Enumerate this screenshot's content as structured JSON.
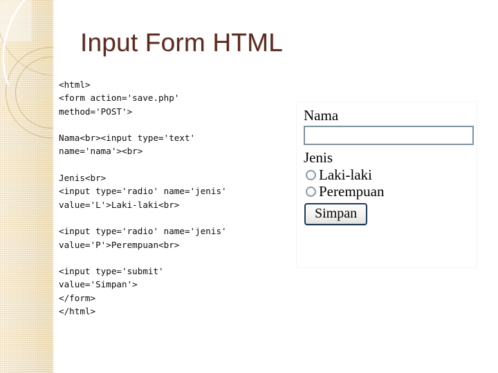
{
  "slide": {
    "title": "Input Form HTML",
    "title_color": "#5B2B20",
    "background_color": "#FFFFFF"
  },
  "sidebar": {
    "name": "decorative-left-band",
    "gradient_from": "#F6ECD6",
    "gradient_to": "#ECDAB3",
    "accent_ring_color": "#CBAB76"
  },
  "code": {
    "language": "html",
    "lines": [
      "<html>",
      "<form action='save.php'",
      "method='POST'>",
      "",
      "Nama<br><input type='text'",
      "name='nama'><br>",
      "",
      "Jenis<br>",
      "<input type='radio' name='jenis'",
      "value='L'>Laki-laki<br>",
      "",
      "<input type='radio' name='jenis'",
      "value='P'>Perempuan<br>",
      "",
      "<input type='submit'",
      "value='Simpan'>",
      "</form>",
      "</html>"
    ]
  },
  "form_preview": {
    "nama_label": "Nama",
    "nama_input_value": "",
    "nama_input_placeholder": "",
    "jenis_label": "Jenis",
    "radios": [
      {
        "label": "Laki-laki",
        "value": "L",
        "checked": false
      },
      {
        "label": "Perempuan",
        "value": "P",
        "checked": false
      }
    ],
    "submit_label": "Simpan",
    "input_border_color": "#7F909E",
    "button_border_color": "#1F3A56"
  }
}
